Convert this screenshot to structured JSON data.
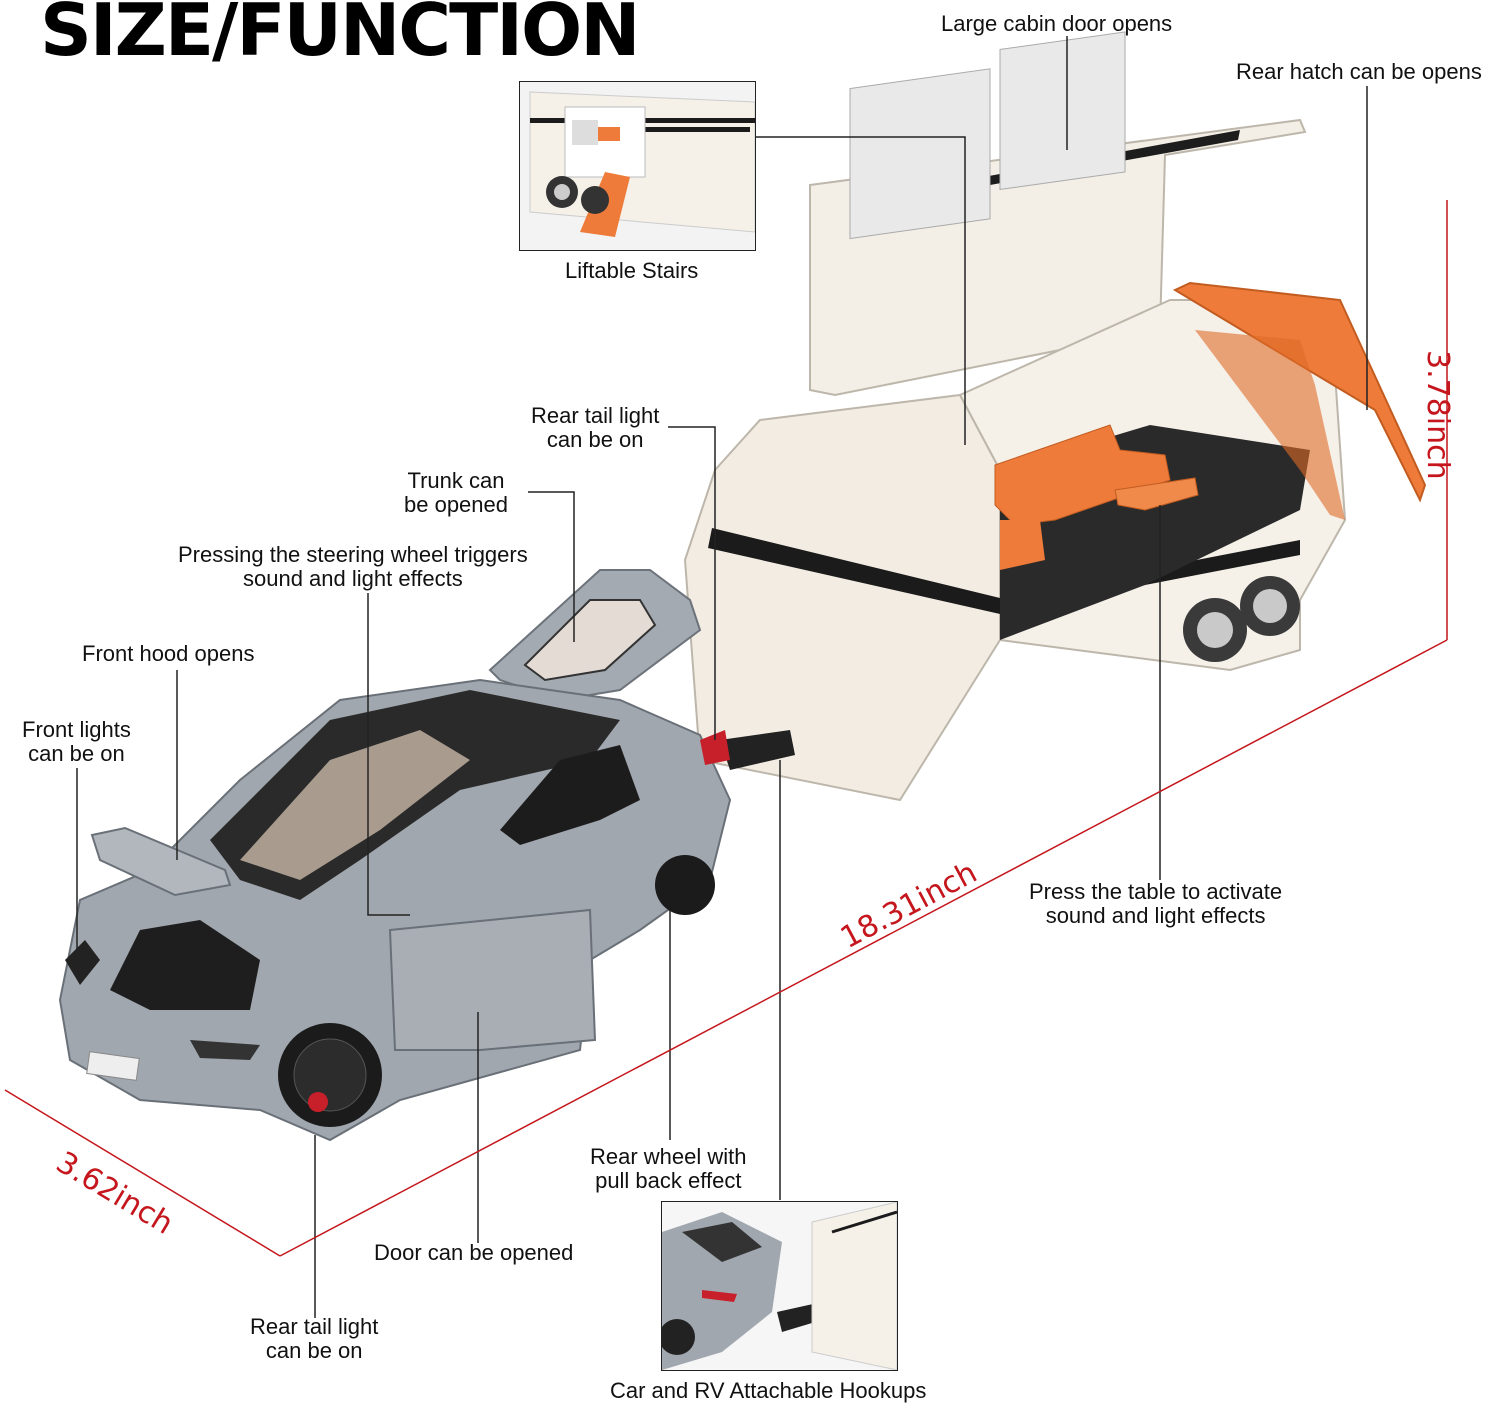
{
  "title": "SIZE/FUNCTION",
  "labels": {
    "large_cabin_door": "Large cabin door opens",
    "rear_hatch": "Rear hatch can be opens",
    "liftable_stairs": "Liftable Stairs",
    "rear_tail_light_top_1": "Rear tail light",
    "rear_tail_light_top_2": "can be on",
    "trunk_1": "Trunk can",
    "trunk_2": "be opened",
    "steering_1": "Pressing the steering wheel triggers",
    "steering_2": "sound and light effects",
    "front_hood": "Front hood opens",
    "front_lights_1": "Front lights",
    "front_lights_2": "can be on",
    "table_1": "Press the table to activate",
    "table_2": "sound and light effects",
    "rear_wheel_1": "Rear wheel with",
    "rear_wheel_2": "pull back effect",
    "door": "Door can be opened",
    "rear_tail_light_bottom_1": "Rear tail light",
    "rear_tail_light_bottom_2": "can be on",
    "hookups": "Car and RV Attachable Hookups"
  },
  "dimensions": {
    "length": "18.31inch",
    "width": "3.62inch",
    "height": "3.78inch"
  },
  "colors": {
    "dimension_red": "#c4161c",
    "car_grey": "#9aa0a8",
    "trailer_white": "#f1ebe0",
    "interior_orange": "#ee7b3a",
    "floor_black": "#2a2a2a"
  }
}
